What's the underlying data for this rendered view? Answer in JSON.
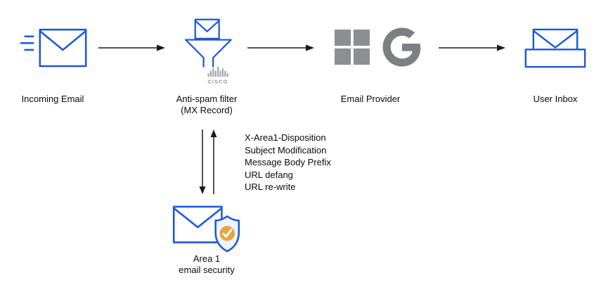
{
  "colors": {
    "envelope_blue": "#1a56db",
    "logo_gray": "#8c8e92",
    "arrow_dark": "#1a1a1a",
    "check_orange": "#e9a43e"
  },
  "diagram": {
    "nodes": {
      "incoming_email": {
        "label": "Incoming Email"
      },
      "anti_spam": {
        "label_line1": "Anti-spam filter",
        "label_line2": "(MX Record)",
        "cisco_label": "CISCO"
      },
      "email_provider": {
        "label": "Email Provider"
      },
      "user_inbox": {
        "label": "User Inbox"
      },
      "area1": {
        "label_line1": "Area 1",
        "label_line2": "email security"
      }
    },
    "annotations": [
      "X-Area1-Disposition",
      "Subject Modification",
      "Message Body Prefix",
      "URL defang",
      "URL re-write"
    ]
  }
}
